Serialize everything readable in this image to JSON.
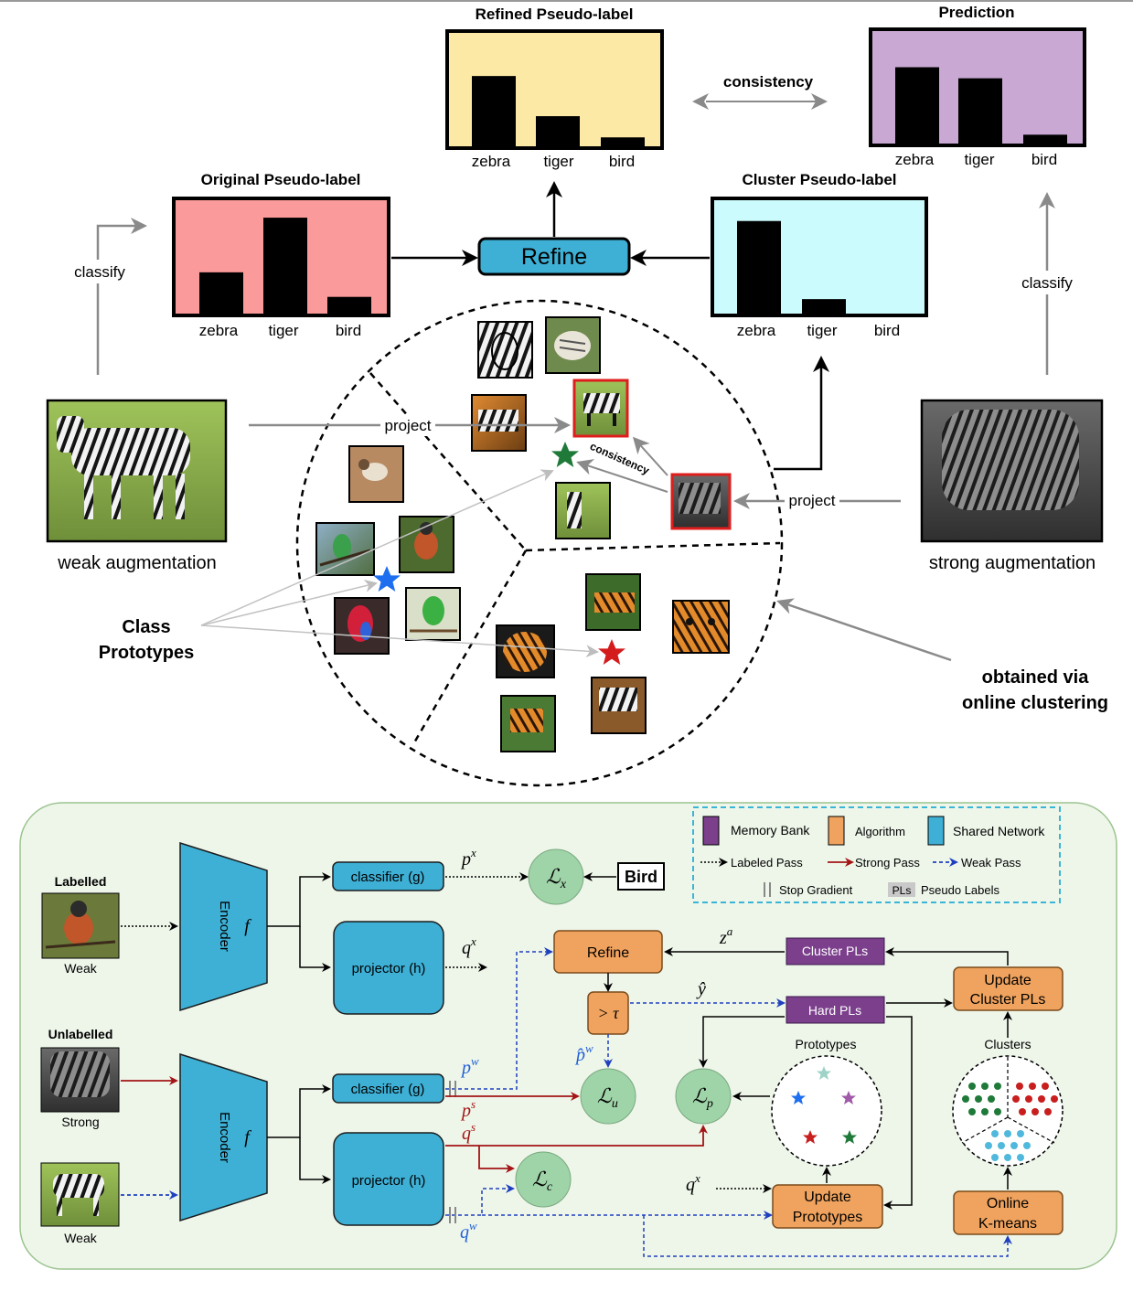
{
  "top": {
    "refined_title": "Refined Pseudo-label",
    "prediction_title": "Prediction",
    "original_title": "Original Pseudo-label",
    "cluster_title": "Cluster Pseudo-label",
    "consistency_label": "consistency",
    "inner_consistency_label": "consistency",
    "refine_label": "Refine",
    "classify_left": "classify",
    "classify_right": "classify",
    "project_left": "project",
    "project_right": "project",
    "weak_aug_caption": "weak augmentation",
    "strong_aug_caption": "strong augmentation",
    "class_prototypes_line1": "Class",
    "class_prototypes_line2": "Prototypes",
    "online_clustering_line1": "obtained via",
    "online_clustering_line2": "online clustering",
    "colors": {
      "refined_bg": "#fde9a6",
      "prediction_bg": "#c9a9d4",
      "original_bg": "#fb9a9a",
      "cluster_bg": "#ccfbfd",
      "refine_box": "#3eb0d5",
      "star_green": "#1f7a3a",
      "star_blue": "#1e6ff0",
      "star_red": "#d41c1c"
    }
  },
  "charts": {
    "categories": [
      "zebra",
      "tiger",
      "bird"
    ],
    "refined": [
      0.63,
      0.27,
      0.08
    ],
    "prediction": [
      0.69,
      0.59,
      0.08
    ],
    "original": [
      0.37,
      0.86,
      0.15
    ],
    "cluster": [
      0.83,
      0.13,
      0.0
    ]
  },
  "bottom": {
    "legend": {
      "memory_bank": "Memory Bank",
      "algorithm": "Algorithm",
      "shared_network": "Shared Network",
      "labeled_pass": "Labeled Pass",
      "strong_pass": "Strong Pass",
      "weak_pass": "Weak Pass",
      "stop_gradient": "Stop Gradient",
      "pls_badge": "PLs",
      "pseudo_labels": "Pseudo Labels",
      "colors": {
        "memory_bank": "#7b3f8c",
        "algorithm": "#f0a35e",
        "shared_network": "#3eb0d5",
        "strong": "#a31515",
        "weak": "#1f3fbf",
        "legend_border": "#39b5d6",
        "panel_bg": "#eef6ea",
        "panel_border": "#9cc490",
        "loss_fill": "#9fd3a8"
      }
    },
    "labelled_title": "Labelled",
    "labelled_weak": "Weak",
    "unlabelled_title": "Unlabelled",
    "unlabelled_strong": "Strong",
    "unlabelled_weak": "Weak",
    "encoder_label": "Encoder",
    "encoder_f": "f",
    "classifier_label": "classifier (g)",
    "projector_label": "projector (h)",
    "bird_label": "Bird",
    "refine_label": "Refine",
    "threshold_label": "> τ",
    "cluster_pls_label": "Cluster PLs",
    "hard_pls_label": "Hard PLs",
    "update_cluster_pls_line1": "Update",
    "update_cluster_pls_line2": "Cluster PLs",
    "update_prototypes_line1": "Update",
    "update_prototypes_line2": "Prototypes",
    "online_kmeans_line1": "Online",
    "online_kmeans_line2": "K-means",
    "prototypes_label": "Prototypes",
    "clusters_label": "Clusters",
    "math": {
      "px": "p",
      "px_sup": "x",
      "qx": "q",
      "qx_sup": "x",
      "za": "z",
      "za_sup": "a",
      "yhat": "ŷ",
      "pw_hat": "p̂",
      "pw_hat_sup": "w",
      "pw": "p",
      "pw_sup": "w",
      "ps": "p",
      "ps_sup": "s",
      "qs": "q",
      "qs_sup": "s",
      "qw": "q",
      "qw_sup": "w",
      "qx2": "q",
      "qx2_sup": "x",
      "Lx": "ℒ",
      "Lx_sub": "x",
      "Lu": "ℒ",
      "Lu_sub": "u",
      "Lp": "ℒ",
      "Lp_sub": "p",
      "Lc": "ℒ",
      "Lc_sub": "c"
    }
  }
}
